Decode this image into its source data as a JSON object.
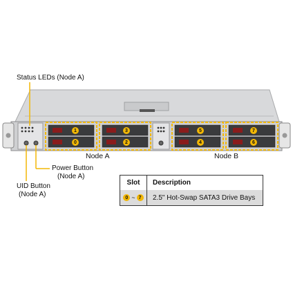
{
  "callouts": {
    "status_leds": "Status LEDs (Node A)",
    "power_button_line1": "Power Button",
    "power_button_line2": "(Node A)",
    "uid_button_line1": "UID Button",
    "uid_button_line2": "(Node A)"
  },
  "nodes": {
    "a": "Node A",
    "b": "Node B"
  },
  "bays": {
    "node_a_left": {
      "top": "1",
      "bottom": "0"
    },
    "node_a_right": {
      "top": "3",
      "bottom": "2"
    },
    "node_b_left": {
      "top": "5",
      "bottom": "4"
    },
    "node_b_right": {
      "top": "7",
      "bottom": "6"
    }
  },
  "legend": {
    "header_slot": "Slot",
    "header_description": "Description",
    "slot_from": "0",
    "slot_sep": "~",
    "slot_to": "7",
    "description": "2.5\" Hot-Swap SATA3 Drive Bays"
  },
  "colors": {
    "accent": "#f2b705",
    "chassis": "#d8d9db"
  }
}
